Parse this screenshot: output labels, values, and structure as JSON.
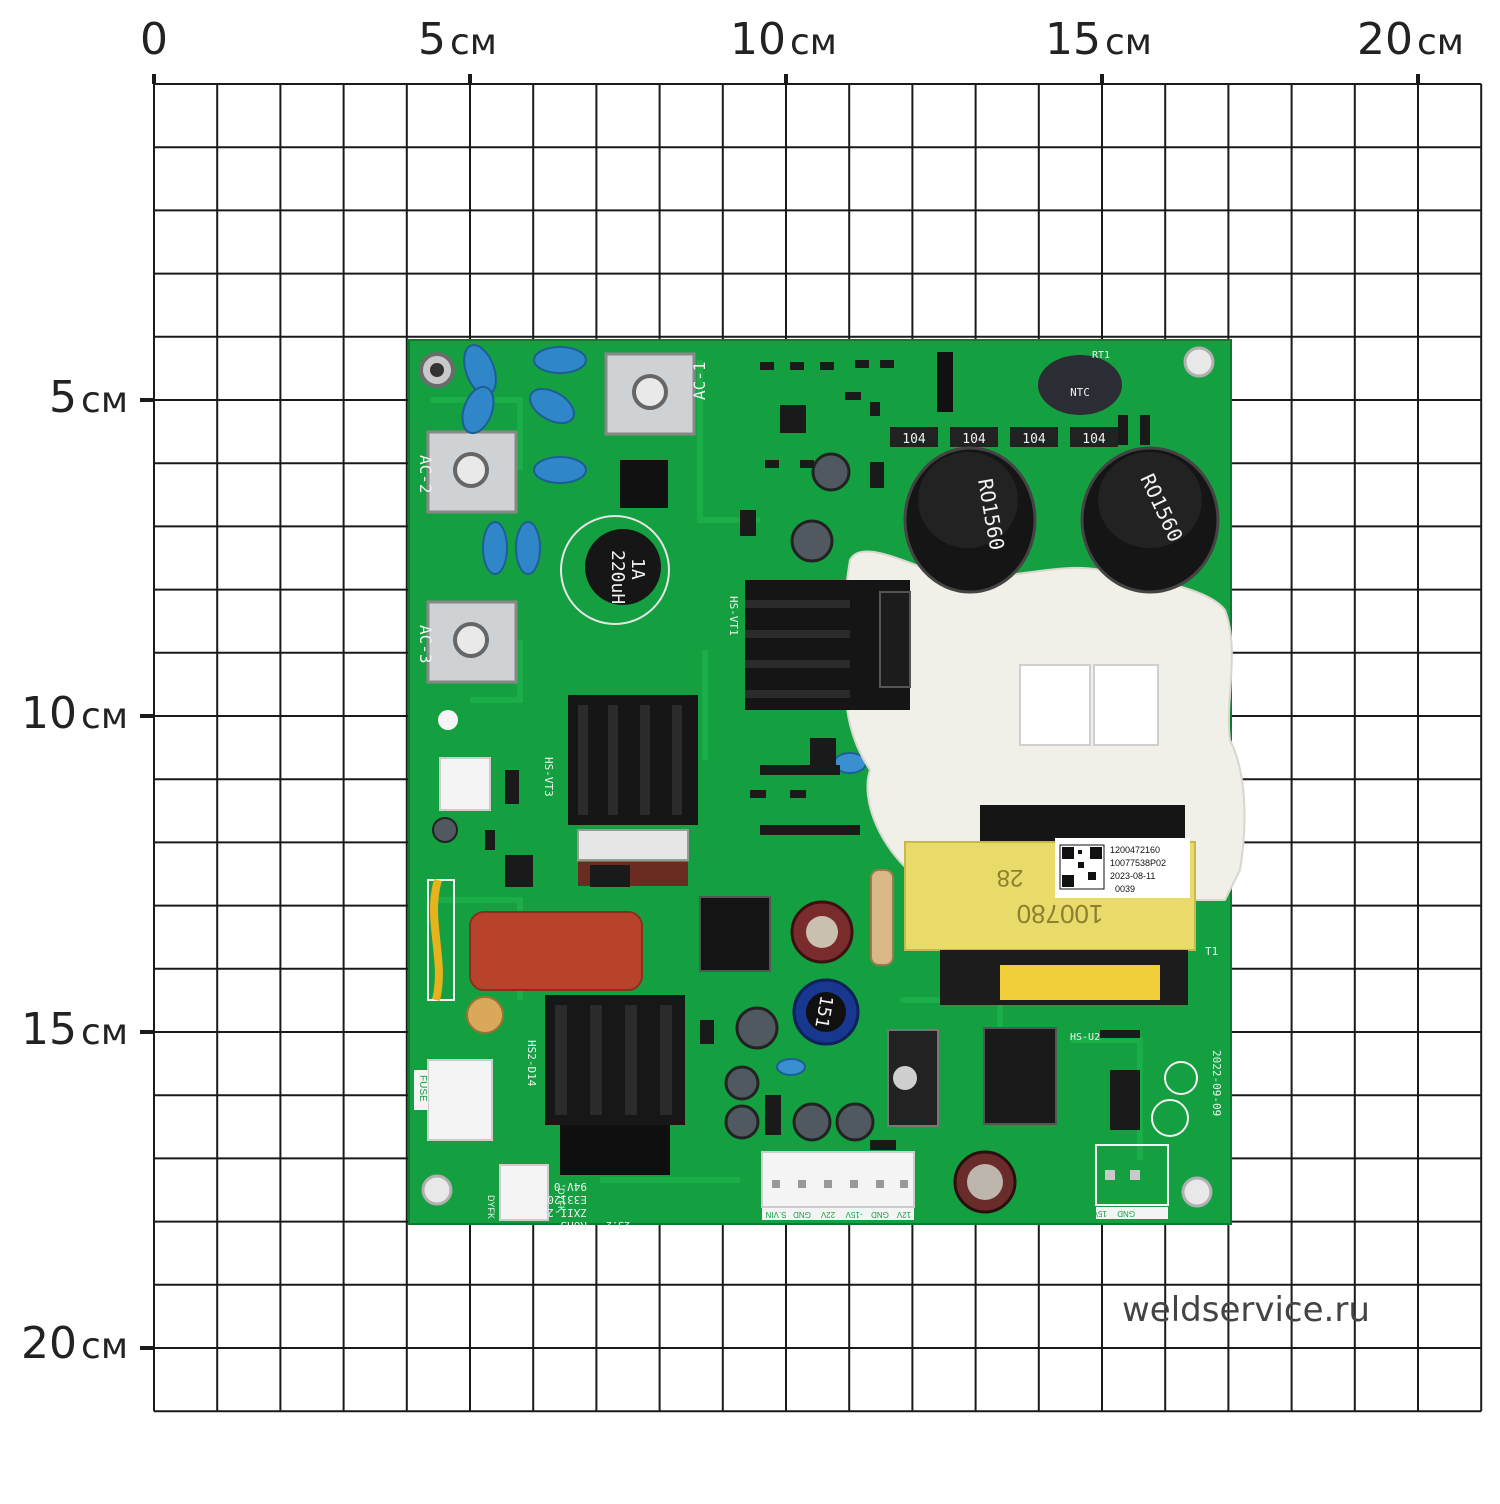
{
  "axis": {
    "x_labels": [
      {
        "num": "0",
        "unit": ""
      },
      {
        "num": "5",
        "unit": "см"
      },
      {
        "num": "10",
        "unit": "см"
      },
      {
        "num": "15",
        "unit": "см"
      },
      {
        "num": "20",
        "unit": "см"
      }
    ],
    "y_labels": [
      {
        "num": "5",
        "unit": "см"
      },
      {
        "num": "10",
        "unit": "см"
      },
      {
        "num": "15",
        "unit": "см"
      },
      {
        "num": "20",
        "unit": "см"
      }
    ]
  },
  "watermark": "weldservice.ru",
  "board": {
    "connectors": {
      "ac1": "AC-1",
      "ac2": "AC-2",
      "ac3": "AC-3"
    },
    "inductor": {
      "value": "220uH",
      "current": "1A"
    },
    "heatsinks": {
      "vt1": "HS-VT1",
      "vt3": "HS-VT3",
      "d14": "HS2-D14",
      "u2": "HS-U2"
    },
    "resistors": [
      "104",
      "104",
      "104",
      "104"
    ],
    "caps": {
      "big1": "RO1560",
      "big2": "RO1560",
      "coil": "151"
    },
    "transformer": {
      "code": "100780",
      "sub": "28",
      "ref": "T1"
    },
    "sticker": [
      "1200472160",
      "10077538P02",
      "2023-08-11",
      "0039"
    ],
    "fuse": "FUSE",
    "cn_labels": [
      "S.VIN",
      "GND",
      "22V",
      "-15V",
      "GND",
      "12V"
    ],
    "bottom_left": [
      "94V-0",
      "E331208",
      "ZXII-2",
      "RoHS",
      "23.2"
    ],
    "date_code": "2022-09-09",
    "bottom_right": [
      "15V",
      "GND"
    ],
    "rt1": "RT1",
    "ntc": "NTC",
    "dyfk": "DYFK"
  }
}
